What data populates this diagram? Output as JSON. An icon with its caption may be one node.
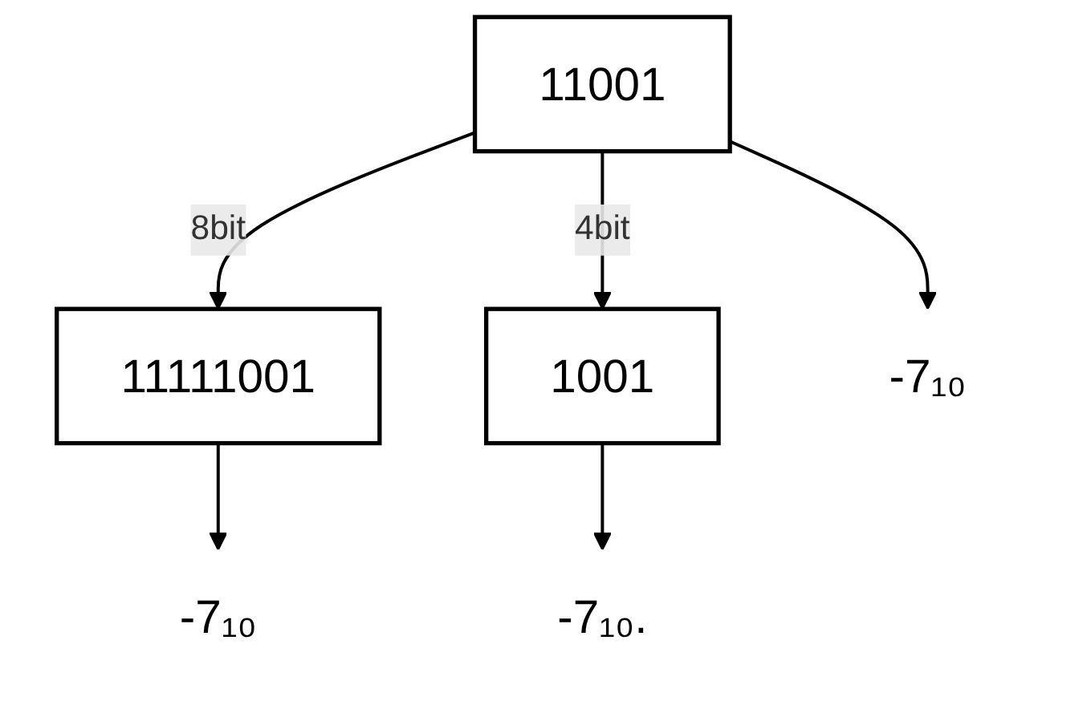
{
  "diagram": {
    "nodes": [
      {
        "text": [
          "11001"
        ]
      },
      {
        "text": [
          "11111001"
        ]
      },
      {
        "text": [
          "1001"
        ]
      },
      {
        "text": [
          "-7₁₀"
        ]
      },
      {
        "text": [
          "-7₁₀"
        ]
      },
      {
        "text": [
          "-7₁₀."
        ]
      }
    ],
    "edges": [
      {
        "from": 0,
        "to": 3,
        "arrow": "to"
      },
      {
        "from": 0,
        "to": 1,
        "arrow": "to",
        "label": "8bit"
      },
      {
        "from": 0,
        "to": 2,
        "arrow": "to",
        "label": "4bit"
      },
      {
        "from": 1,
        "to": 4,
        "arrow": "to"
      },
      {
        "from": 2,
        "to": 5,
        "arrow": "to"
      }
    ]
  }
}
